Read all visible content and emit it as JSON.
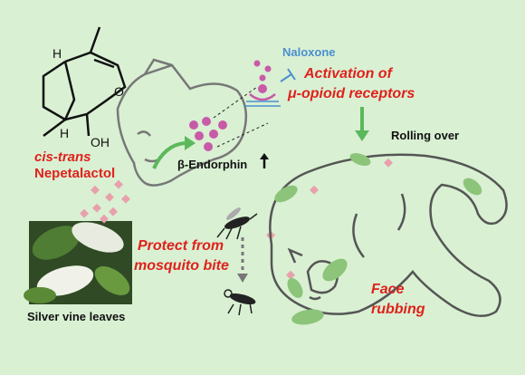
{
  "labels": {
    "chem_name_line1": "cis-trans",
    "chem_name_line2": "Nepetalactol",
    "chem_oh": "OH",
    "chem_h_top": "H",
    "chem_h_bottom": "H",
    "naloxone": "Naloxone",
    "activation_line1": "Activation of",
    "activation_line2": "μ-opioid receptors",
    "endorphin": "β-Endorphin",
    "rolling": "Rolling over",
    "protect_line1": "Protect from",
    "protect_line2": "mosquito bite",
    "face_line1": "Face",
    "face_line2": "rubbing",
    "leaves_caption": "Silver vine leaves"
  },
  "colors": {
    "background": "#d9f0d3",
    "highlight_red": "#e0211b",
    "naloxone_blue": "#4a8fd0",
    "arrow_green": "#5cb85c",
    "endorphin_purple": "#c85aa8",
    "molecule_pink": "#e8a0ac",
    "cat_outline": "#555555"
  }
}
